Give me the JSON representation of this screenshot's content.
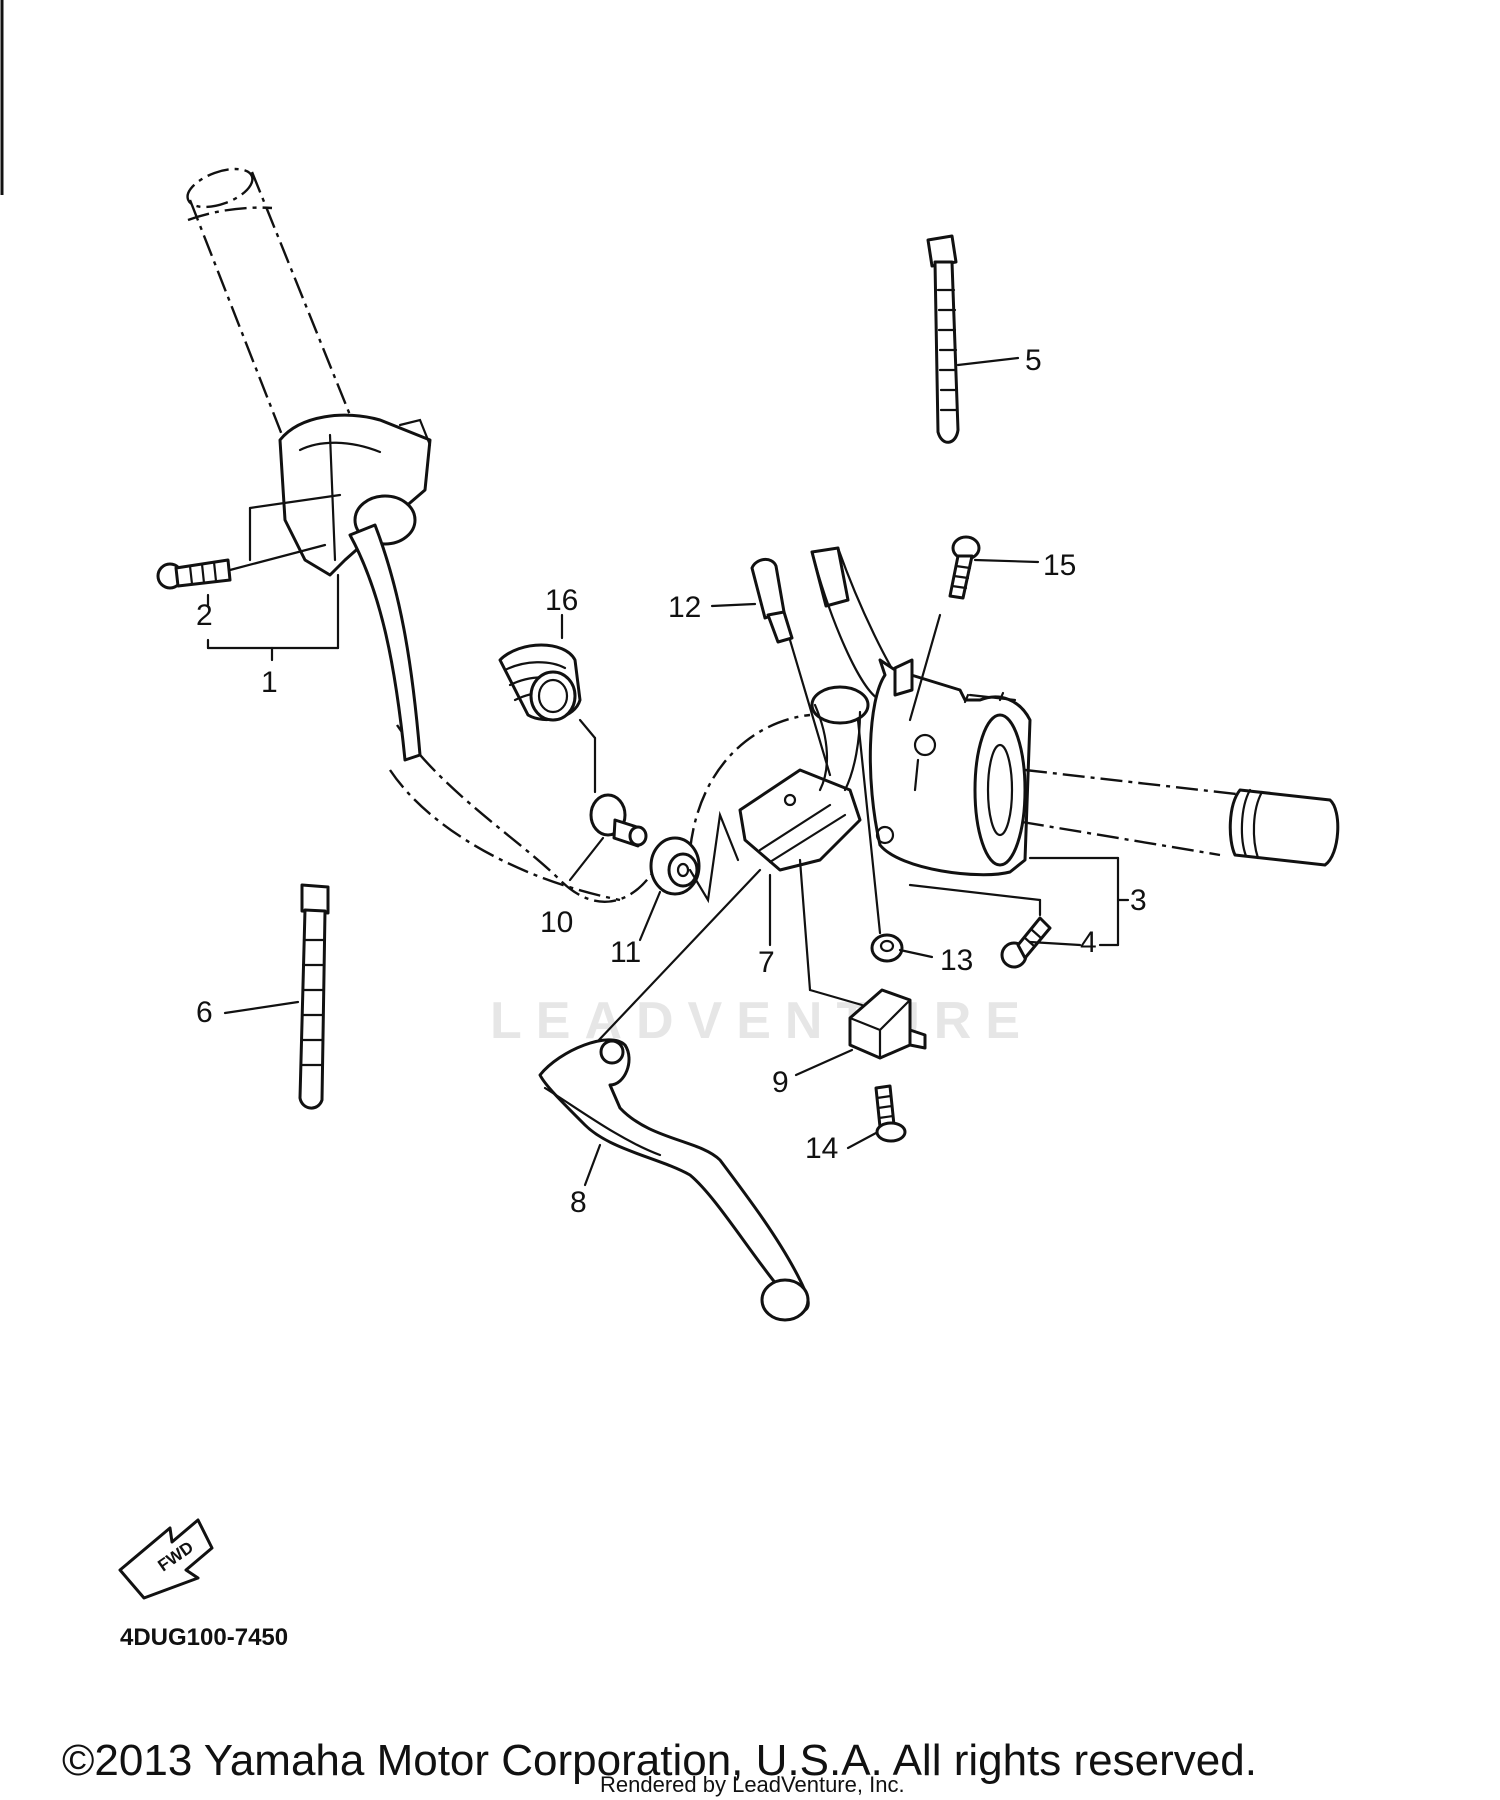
{
  "callouts": [
    "1",
    "2",
    "3",
    "4",
    "5",
    "6",
    "7",
    "8",
    "9",
    "10",
    "11",
    "12",
    "13",
    "14",
    "15",
    "16"
  ],
  "fwd_label": "FWD",
  "ref_code": "4DUG100-7450",
  "watermark": "LEADVENTURE",
  "copyright": "©2013 Yamaha Motor Corporation, U.S.A. All rights reserved.",
  "rendered_by": "Rendered by LeadVenture, Inc."
}
